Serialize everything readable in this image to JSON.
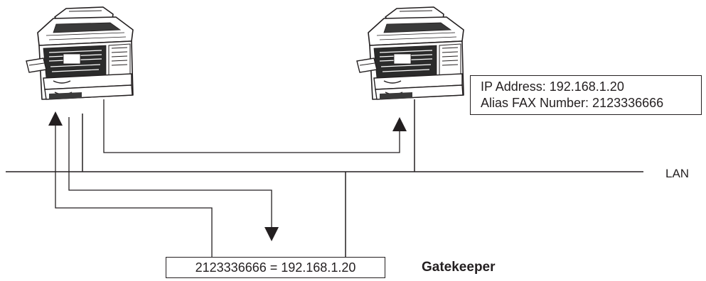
{
  "ip_box": {
    "line1": "IP Address:  192.168.1.20",
    "line2": "Alias FAX Number:  2123336666"
  },
  "gatekeeper": {
    "mapping": "2123336666 = 192.168.1.20",
    "label": "Gatekeeper"
  },
  "network": {
    "label": "LAN"
  },
  "devices": [
    {
      "icon": "fax-machine-icon",
      "role": "sender"
    },
    {
      "icon": "fax-machine-icon",
      "role": "receiver"
    }
  ]
}
